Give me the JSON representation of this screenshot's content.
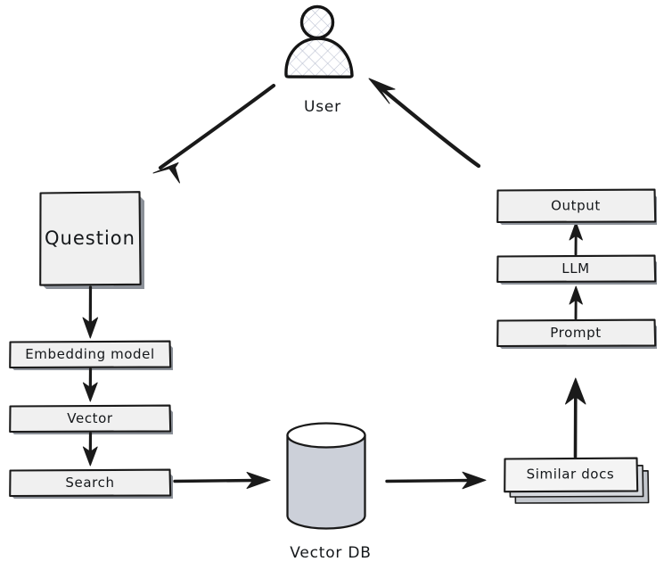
{
  "diagram": {
    "title": "RAG (Retrieval Augmented Generation) flow diagram",
    "style": "hand-drawn sketch",
    "colors": {
      "stroke": "#1a1a1a",
      "box_fill": "#f0f0f0",
      "cylinder_fill": "#ccd0d9",
      "cylinder_top_fill": "#ffffff",
      "doc_stack_fill": "#d6d9de",
      "background": "#ffffff"
    },
    "nodes": [
      {
        "id": "user",
        "label": "User",
        "shape": "person",
        "icon": "user-icon"
      },
      {
        "id": "question",
        "label": "Question",
        "shape": "square-box"
      },
      {
        "id": "embedding-model",
        "label": "Embedding model",
        "shape": "rect-box"
      },
      {
        "id": "vector",
        "label": "Vector",
        "shape": "rect-box"
      },
      {
        "id": "search",
        "label": "Search",
        "shape": "rect-box"
      },
      {
        "id": "vector-db",
        "label": "Vector DB",
        "shape": "cylinder",
        "icon": "database-icon"
      },
      {
        "id": "similar-docs",
        "label": "Similar docs",
        "shape": "document-stack",
        "icon": "documents-icon"
      },
      {
        "id": "prompt",
        "label": "Prompt",
        "shape": "rect-box"
      },
      {
        "id": "llm",
        "label": "LLM",
        "shape": "rect-box"
      },
      {
        "id": "output",
        "label": "Output",
        "shape": "rect-box"
      }
    ],
    "edges": [
      {
        "from": "user",
        "to": "question",
        "direction": "diagonal-down-left"
      },
      {
        "from": "question",
        "to": "embedding-model",
        "direction": "down"
      },
      {
        "from": "embedding-model",
        "to": "vector",
        "direction": "down"
      },
      {
        "from": "vector",
        "to": "search",
        "direction": "down"
      },
      {
        "from": "search",
        "to": "vector-db",
        "direction": "right"
      },
      {
        "from": "vector-db",
        "to": "similar-docs",
        "direction": "right"
      },
      {
        "from": "similar-docs",
        "to": "prompt",
        "direction": "up"
      },
      {
        "from": "prompt",
        "to": "llm",
        "direction": "up"
      },
      {
        "from": "llm",
        "to": "output",
        "direction": "up"
      },
      {
        "from": "output",
        "to": "user",
        "direction": "diagonal-up-left"
      }
    ]
  }
}
